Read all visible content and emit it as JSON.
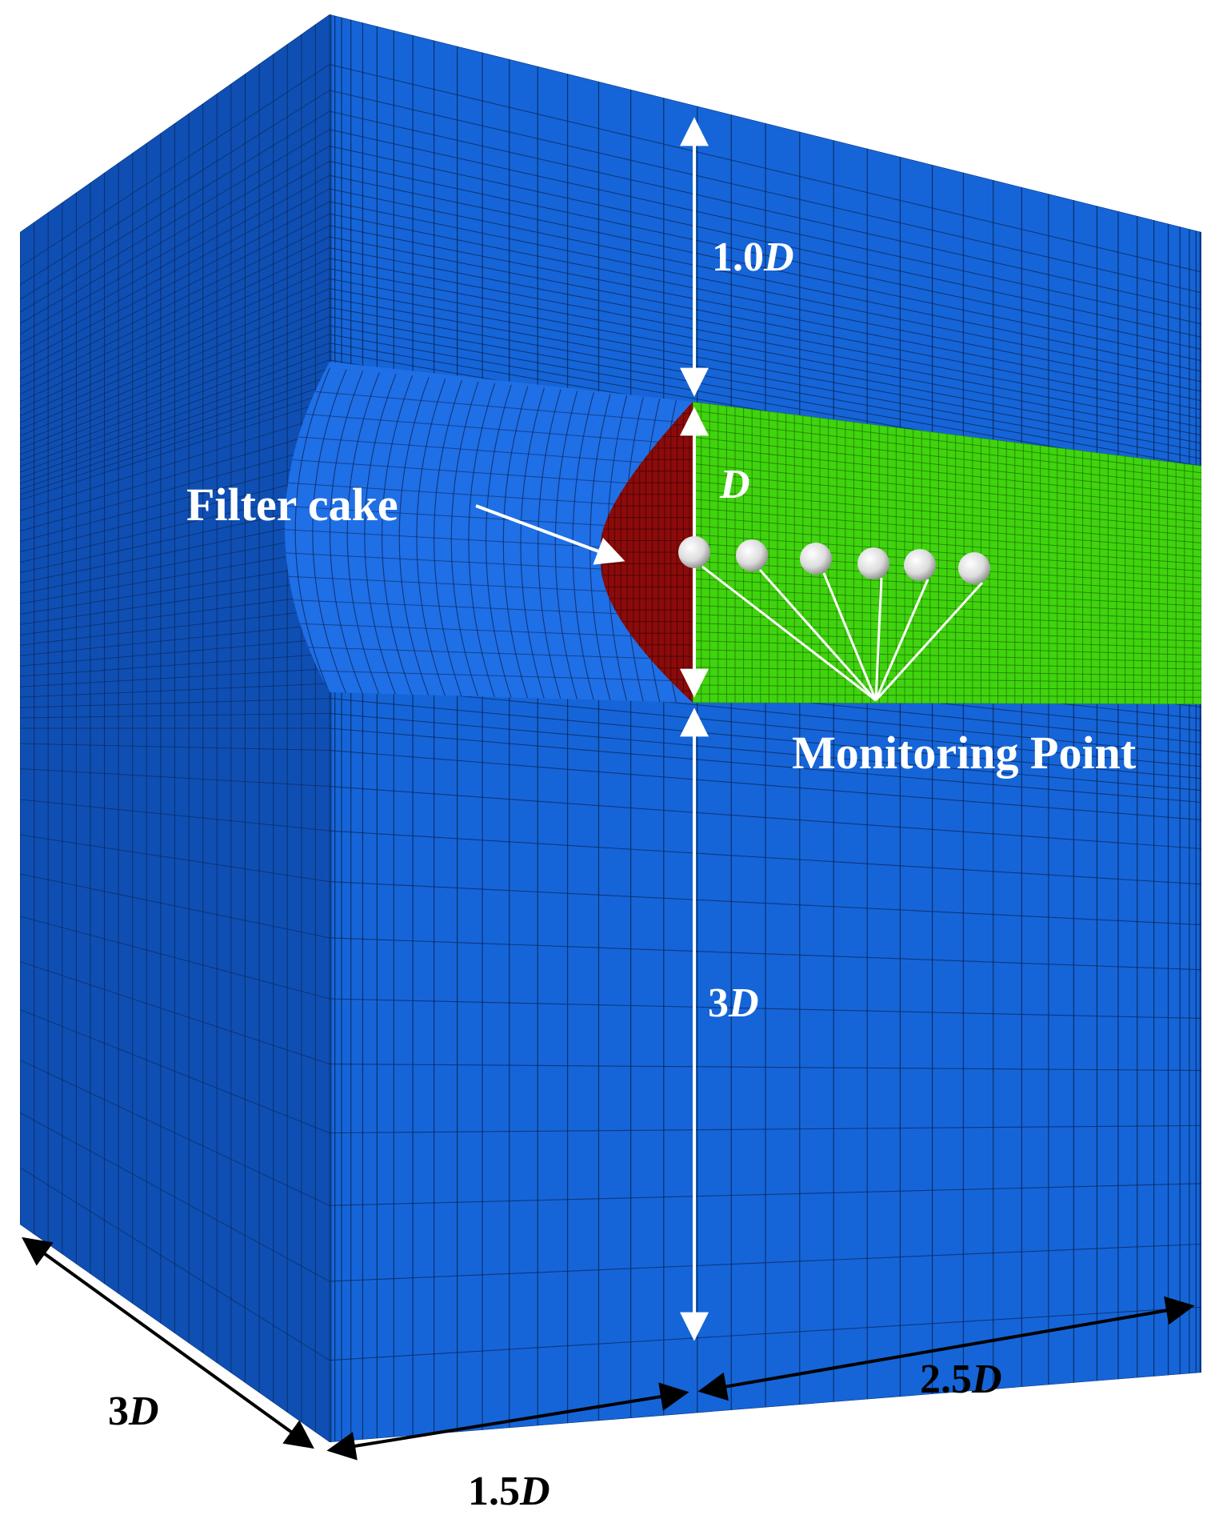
{
  "colors": {
    "domain": "#1565d8",
    "domain_dark": "#0f4fb3",
    "domain_edge": "#1f6fe6",
    "filter_cake": "#8b0b0b",
    "flow_channel": "#3fd40e",
    "mesh_line": "#0a1f4a",
    "annotation_white": "#ffffff",
    "annotation_black": "#000000"
  },
  "labels": {
    "filter_cake": "Filter cake",
    "monitoring_point": "Monitoring Point",
    "dim_top_value": "1.0",
    "dim_top_unit": "D",
    "dim_mid_unit": "D",
    "dim_bottom_value": "3",
    "dim_bottom_unit": "D",
    "dim_depth_value": "3",
    "dim_depth_unit": "D",
    "dim_front_left_value": "1.5",
    "dim_front_left_unit": "D",
    "dim_front_right_value": "2.5",
    "dim_front_right_unit": "D"
  },
  "monitoring_points": {
    "count": 6
  }
}
